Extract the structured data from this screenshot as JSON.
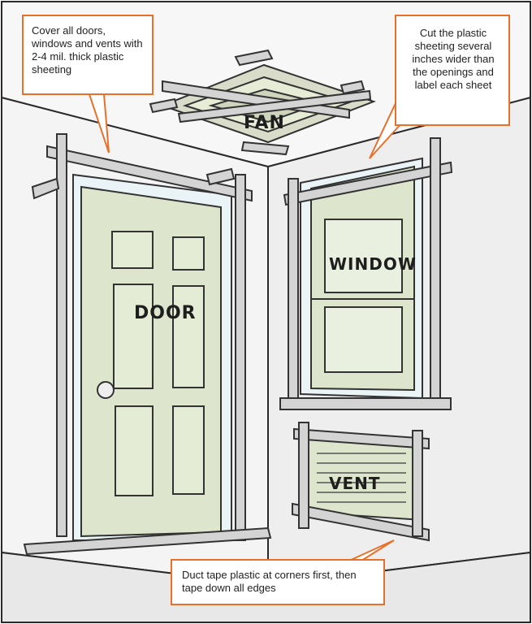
{
  "callouts": {
    "cover": "Cover all doors, windows and vents with 2-4 mil. thick plastic sheeting",
    "cut": "Cut the plastic sheeting several inches wider than the openings and label each sheet",
    "tape": "Duct tape plastic at corners first, then tape down all edges"
  },
  "labels": {
    "fan": "FAN",
    "door": "DOOR",
    "window": "WINDOW",
    "vent": "VENT"
  },
  "colors": {
    "callout_border": "#e8702a",
    "wall": "#f2f2f2",
    "fixture": "#dde6cc",
    "tape": "#cfcfcf",
    "plastic": "#eaf3f6"
  }
}
